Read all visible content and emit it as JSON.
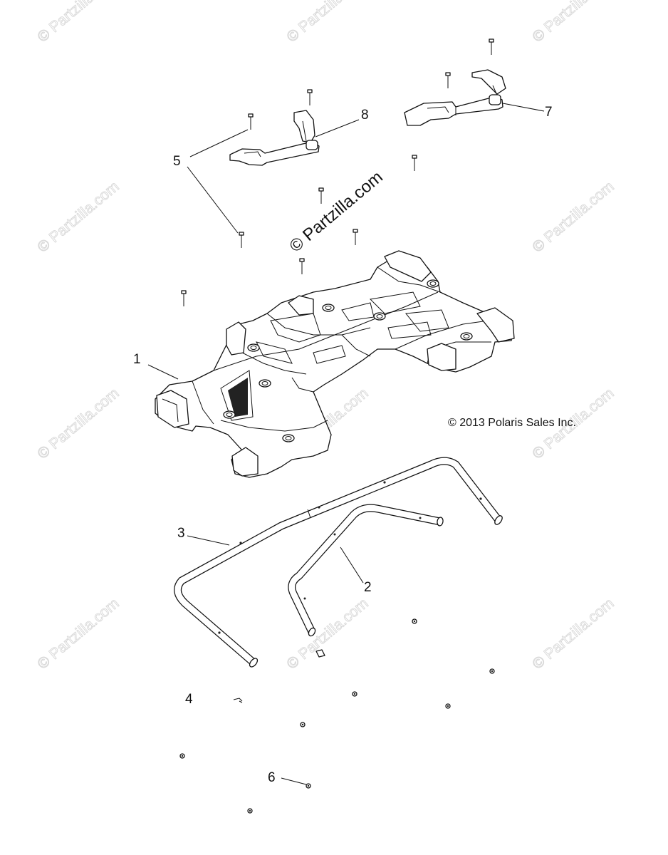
{
  "copyright": "© 2013 Polaris Sales Inc.",
  "watermark_text": "© Partzilla.com",
  "center_watermark": "© Partzilla.com",
  "callouts": {
    "c1": "1",
    "c2": "2",
    "c3": "3",
    "c4": "4",
    "c5": "5",
    "c6": "6",
    "c7": "7",
    "c8": "8"
  },
  "colors": {
    "line": "#111111",
    "watermark": "#d8d8d8",
    "background": "#ffffff"
  }
}
